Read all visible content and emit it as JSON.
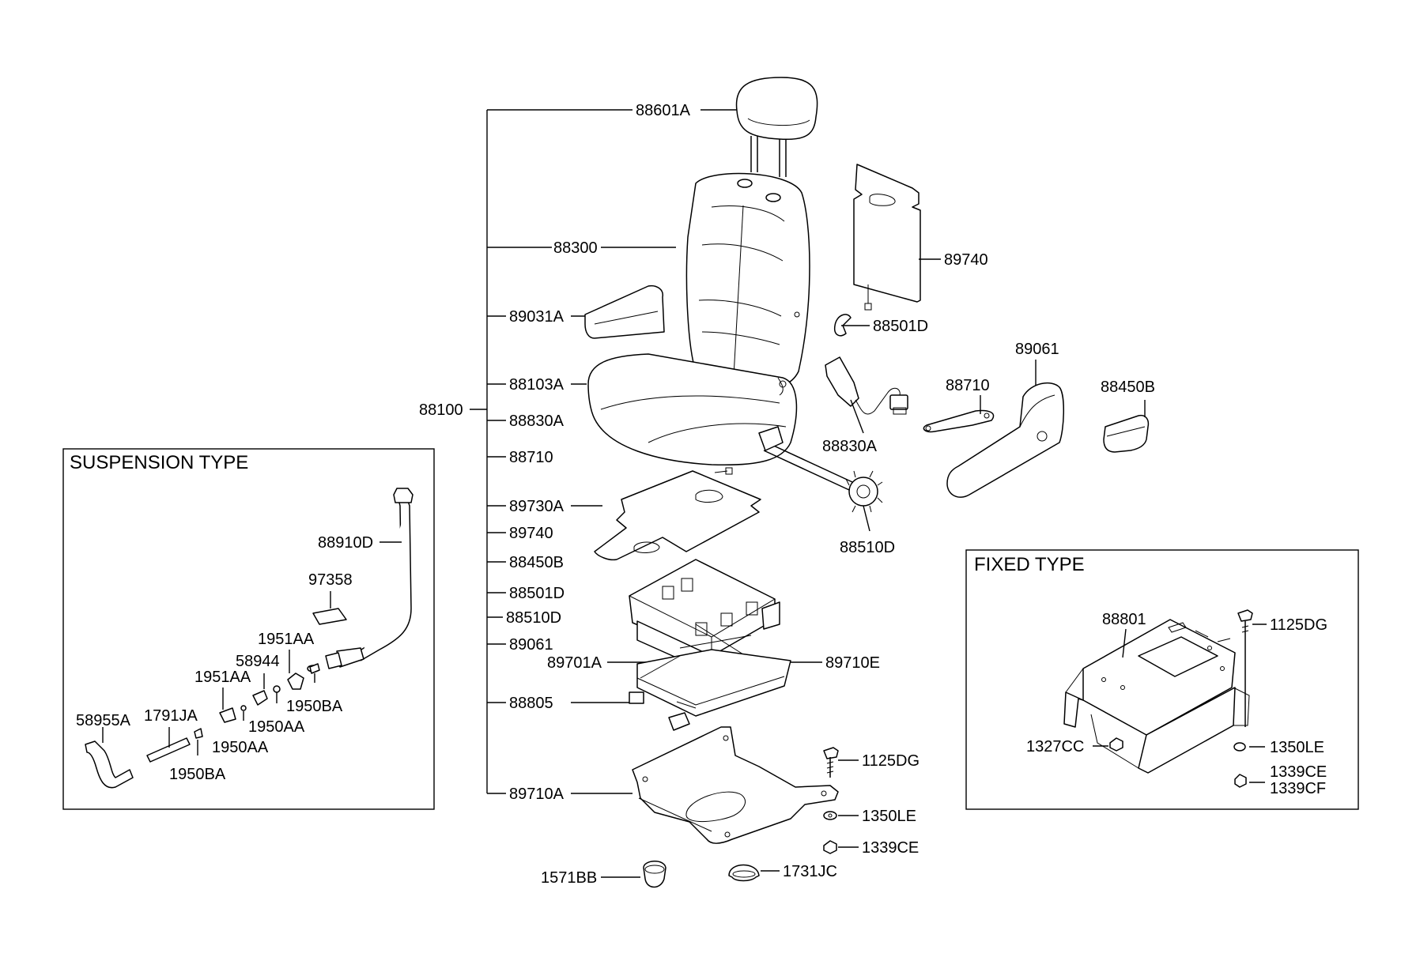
{
  "boxes": {
    "suspension_title": "SUSPENSION TYPE",
    "fixed_title": "FIXED TYPE"
  },
  "labels": {
    "l_88601A": "88601A",
    "l_88300": "88300",
    "l_89031A": "89031A",
    "l_88103A": "88103A",
    "l_88100": "88100",
    "l_88830A_tree": "88830A",
    "l_88710_tree": "88710",
    "l_89730A": "89730A",
    "l_89740_tree": "89740",
    "l_88450B_tree": "88450B",
    "l_88501D_tree": "88501D",
    "l_88510D_tree": "88510D",
    "l_89061_tree": "89061",
    "l_89701A": "89701A",
    "l_89710E": "89710E",
    "l_88805": "88805",
    "l_89710A": "89710A",
    "l_89740": "89740",
    "l_88501D": "88501D",
    "l_89061": "89061",
    "l_88710": "88710",
    "l_88450B": "88450B",
    "l_88830A": "88830A",
    "l_88510D": "88510D",
    "l_1125DG": "1125DG",
    "l_1350LE": "1350LE",
    "l_1339CE": "1339CE",
    "l_1571BB": "1571BB",
    "l_1731JC": "1731JC",
    "l_88910D": "88910D",
    "l_97358": "97358",
    "l_1951AA_a": "1951AA",
    "l_58944": "58944",
    "l_1951AA_b": "1951AA",
    "l_1950BA_a": "1950BA",
    "l_1950AA_a": "1950AA",
    "l_58955A": "58955A",
    "l_1791JA": "1791JA",
    "l_1950AA_b": "1950AA",
    "l_1950BA_b": "1950BA",
    "l_88801": "88801",
    "l_1125DG_f": "1125DG",
    "l_1327CC": "1327CC",
    "l_1350LE_f": "1350LE",
    "l_1339CE_f": "1339CE",
    "l_1339CF_f": "1339CF"
  }
}
